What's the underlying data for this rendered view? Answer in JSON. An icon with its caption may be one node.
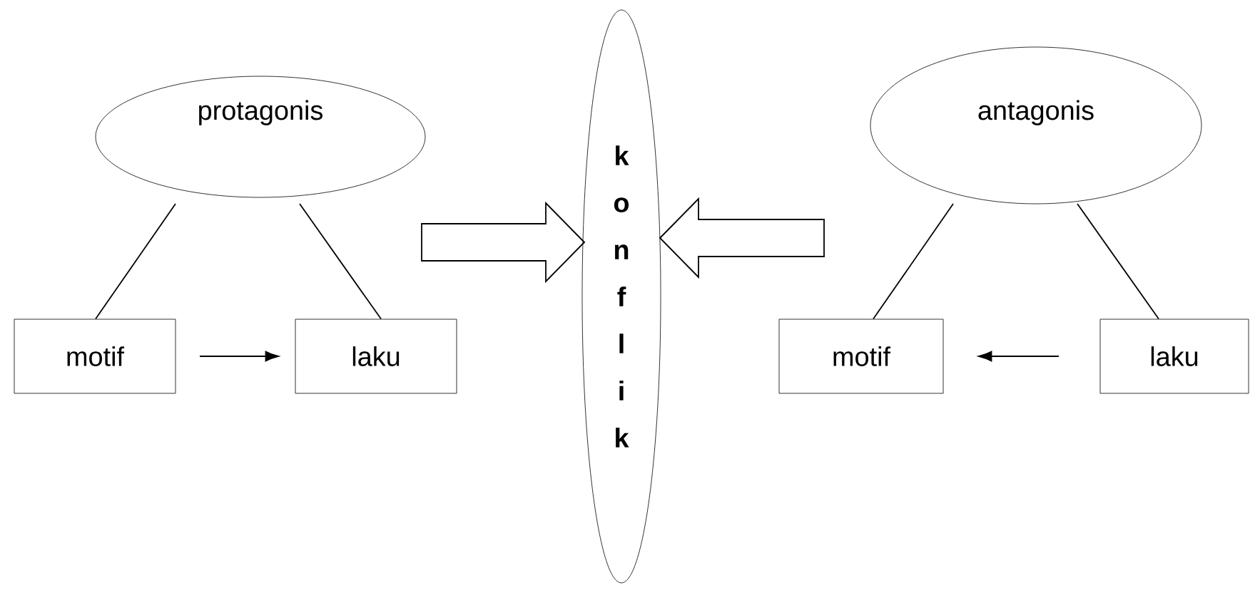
{
  "diagram": {
    "nodes": [
      {
        "text": [
          "protagonis"
        ]
      },
      {
        "text": [
          "motif"
        ]
      },
      {
        "text": [
          "laku"
        ]
      },
      {
        "text": [
          "konflik"
        ]
      },
      {
        "text": [
          "antagonis"
        ]
      },
      {
        "text": [
          "motif"
        ]
      },
      {
        "text": [
          "laku"
        ]
      }
    ],
    "edges": [
      {
        "from": 0,
        "to": 1,
        "arrow": "none"
      },
      {
        "from": 0,
        "to": 2,
        "arrow": "none"
      },
      {
        "from": 1,
        "to": 2,
        "arrow": "to"
      },
      {
        "from": 4,
        "to": 5,
        "arrow": "none"
      },
      {
        "from": 4,
        "to": 6,
        "arrow": "none"
      },
      {
        "from": 6,
        "to": 5,
        "arrow": "to"
      },
      {
        "from": null,
        "to": 3,
        "arrow": "to"
      },
      {
        "from": null,
        "to": 3,
        "arrow": "to"
      }
    ]
  }
}
